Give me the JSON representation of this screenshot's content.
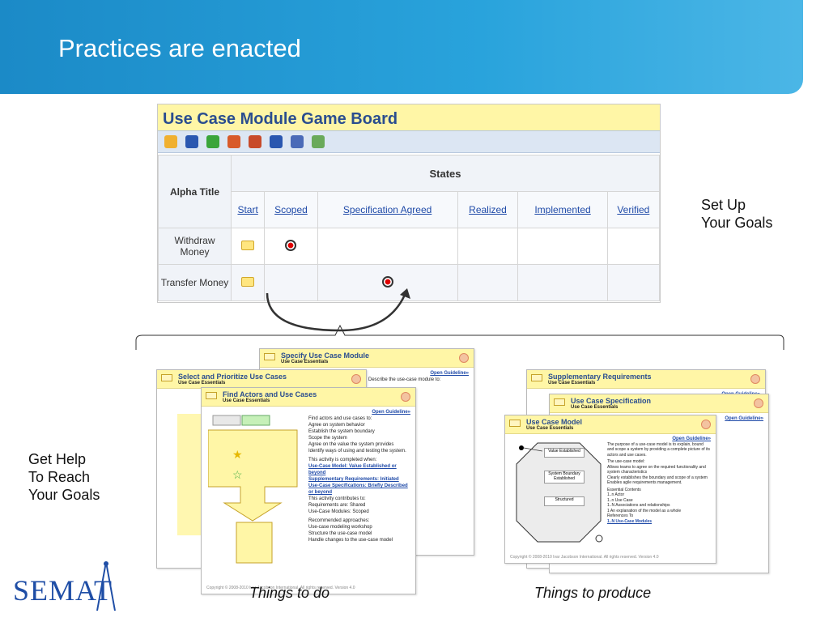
{
  "slide": {
    "title": "Practices are enacted"
  },
  "board": {
    "title": "Use Case Module Game Board",
    "alpha_title": "Alpha Title",
    "states_label": "States",
    "states": [
      "Start",
      "Scoped",
      "Specification Agreed",
      "Realized",
      "Implemented",
      "Verified"
    ],
    "rows": [
      {
        "label": "Withdraw Money",
        "chip_state": 0,
        "dot_state": 1
      },
      {
        "label": "Transfer Money",
        "chip_state": 0,
        "dot_state": 2
      }
    ]
  },
  "side": {
    "goals": [
      "Set Up",
      "Your Goals"
    ],
    "help": [
      "Get Help",
      "To Reach",
      "Your Goals"
    ]
  },
  "captions": {
    "todo": "Things to do",
    "produce": "Things to produce"
  },
  "cards": {
    "specify": {
      "title": "Specify Use Case Module",
      "sub": "Use Case Essentials",
      "guide": "Open Guideline»",
      "text": "Describe the use-case module to:"
    },
    "select": {
      "title": "Select and Prioritize Use Cases",
      "sub": "Use Case Essentials"
    },
    "find": {
      "title": "Find Actors and Use Cases",
      "sub": "Use Case Essentials",
      "guide": "Open Guideline»",
      "intro": "Find actors and use cases to:",
      "bullets": [
        "Agree on system behavior",
        "Establish the system boundary",
        "Scope the system",
        "Agree on the value the system provides",
        "Identify ways of using and testing the system."
      ],
      "completed": "This activity is completed when:",
      "done": [
        "Use-Case Model: Value Established or beyond",
        "Supplementary Requirements: Initiated",
        "Use-Case Specifications: Briefly Described or beyond"
      ],
      "contributes": "This activity contributes to:",
      "contrib": [
        "Requirements are: Shared",
        "Use-Case Modules: Scoped"
      ],
      "approaches_title": "Recommended approaches:",
      "approaches": [
        "Use-case modeling workshop",
        "Structure the use-case model",
        "Handle changes to the use-case model"
      ],
      "copyright": "Copyright © 2008-2010 Ivar Jacobson International. All rights reserved. Version 4.0"
    },
    "supp": {
      "title": "Supplementary Requirements",
      "sub": "Use Case Essentials",
      "guide": "Open Guideline»"
    },
    "spec": {
      "title": "Use Case Specification",
      "sub": "Use Case Essentials",
      "guide": "Open Guideline»"
    },
    "model": {
      "title": "Use Case Model",
      "sub": "Use Case Essentials",
      "guide": "Open Guideline»",
      "purpose": "The purpose of a use-case model is to explain, bound and scope a system by providing a complete picture of its actors and use cases.",
      "the": "The use-case model:",
      "bullets": [
        "Allows teams to agree on the required functionality and system characteristics",
        "Clearly establishes the boundary and scope of a system",
        "Enables agile requirements management."
      ],
      "essential": "Essential Contents",
      "contents": [
        "1..n Actor",
        "1..n Use Case",
        "1..N Associations and relationships",
        "1 An explanation of the model as a whole"
      ],
      "refs": "References To",
      "ref": "1..N Use-Case Modules",
      "states": [
        "Value Established",
        "System Boundary Established",
        "Structured"
      ],
      "copyright": "Copyright © 2008-2010 Ivar Jacobson International. All rights reserved. Version 4.0"
    }
  },
  "logo": {
    "text": "SEMAT"
  }
}
